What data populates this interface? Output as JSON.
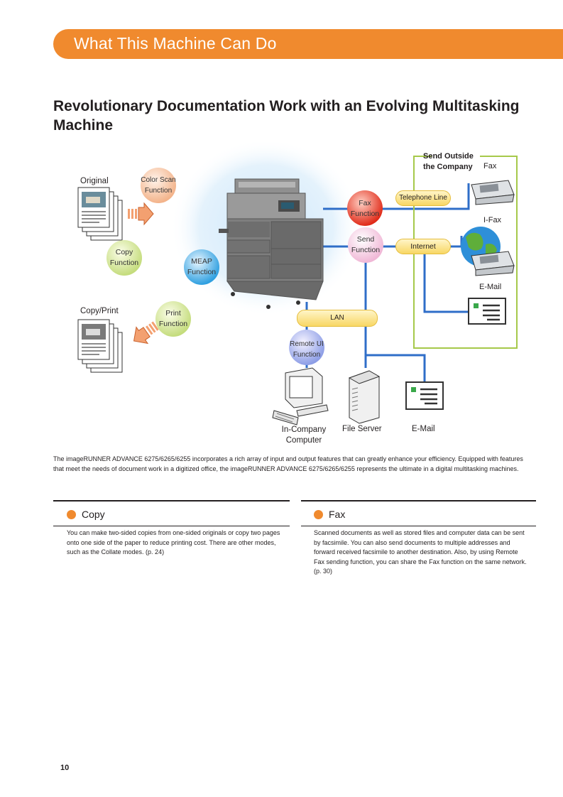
{
  "header": {
    "title": "What This Machine Can Do"
  },
  "headline": "Revolutionary Documentation Work with an Evolving Multitasking Machine",
  "diagram": {
    "original_label": "Original",
    "copy_print_label": "Copy/Print",
    "color_scan": "Color Scan Function",
    "copy": "Copy Function",
    "meap": "MEAP Function",
    "print": "Print Function",
    "fax": "Fax Function",
    "send": "Send Function",
    "remote_ui": "Remote UI Function",
    "telephone_line": "Telephone Line",
    "internet": "Internet",
    "lan": "LAN",
    "send_outside": "Send Outside the Company",
    "fax_label": "Fax",
    "ifax_label": "I-Fax",
    "email_label_right": "E-Mail",
    "in_company_computer": "In-Company Computer",
    "file_server": "File Server",
    "email_label_bottom": "E-Mail"
  },
  "intro": "The imageRUNNER ADVANCE 6275/6265/6255 incorporates a rich array of input and output features that can greatly enhance your efficiency. Equipped with features that meet the needs of document work in a digitized office, the imageRUNNER ADVANCE 6275/6265/6255 represents the ultimate in a digital multitasking machines.",
  "sections": {
    "copy": {
      "title": "Copy",
      "body": "You can make two-sided copies from one-sided originals or copy two pages onto one side of the paper to reduce printing cost. There are other modes, such as the Collate modes. (p. 24)"
    },
    "fax": {
      "title": "Fax",
      "body": "Scanned documents as well as stored files and computer data can be sent by facsimile. You can also send documents to multiple addresses and forward received facsimile to another destination. Also, by using Remote Fax sending function, you can share the Fax function on the same network. (p. 30)"
    }
  },
  "page_number": "10",
  "colors": {
    "accent": "#f08a2e",
    "line_blue": "#2f6ec8",
    "box_green": "#a6c94a"
  }
}
